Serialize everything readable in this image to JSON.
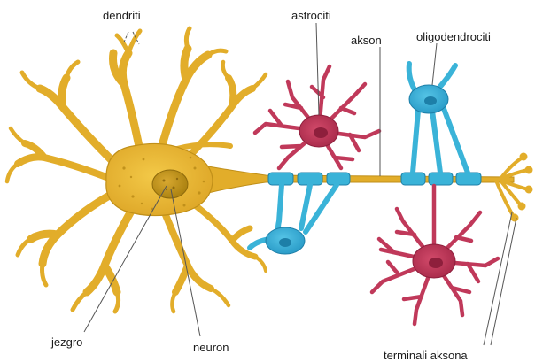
{
  "labels": {
    "dendriti": "dendriti",
    "astrociti": "astrociti",
    "akson": "akson",
    "oligodendrociti": "oligodendrociti",
    "jezgro": "jezgro",
    "neuron": "neuron",
    "terminali_aksona": "terminali aksona"
  },
  "colors": {
    "neuron": "#e7b32e",
    "neuron_outline": "#b98a14",
    "nucleus": "#c6961c",
    "astrocyte": "#c0395a",
    "astrocyte_dark": "#8e1f3c",
    "oligodendrocyte": "#3ab3d8",
    "oligodendrocyte_dark": "#1d7fa8",
    "leader_line": "#555555"
  }
}
